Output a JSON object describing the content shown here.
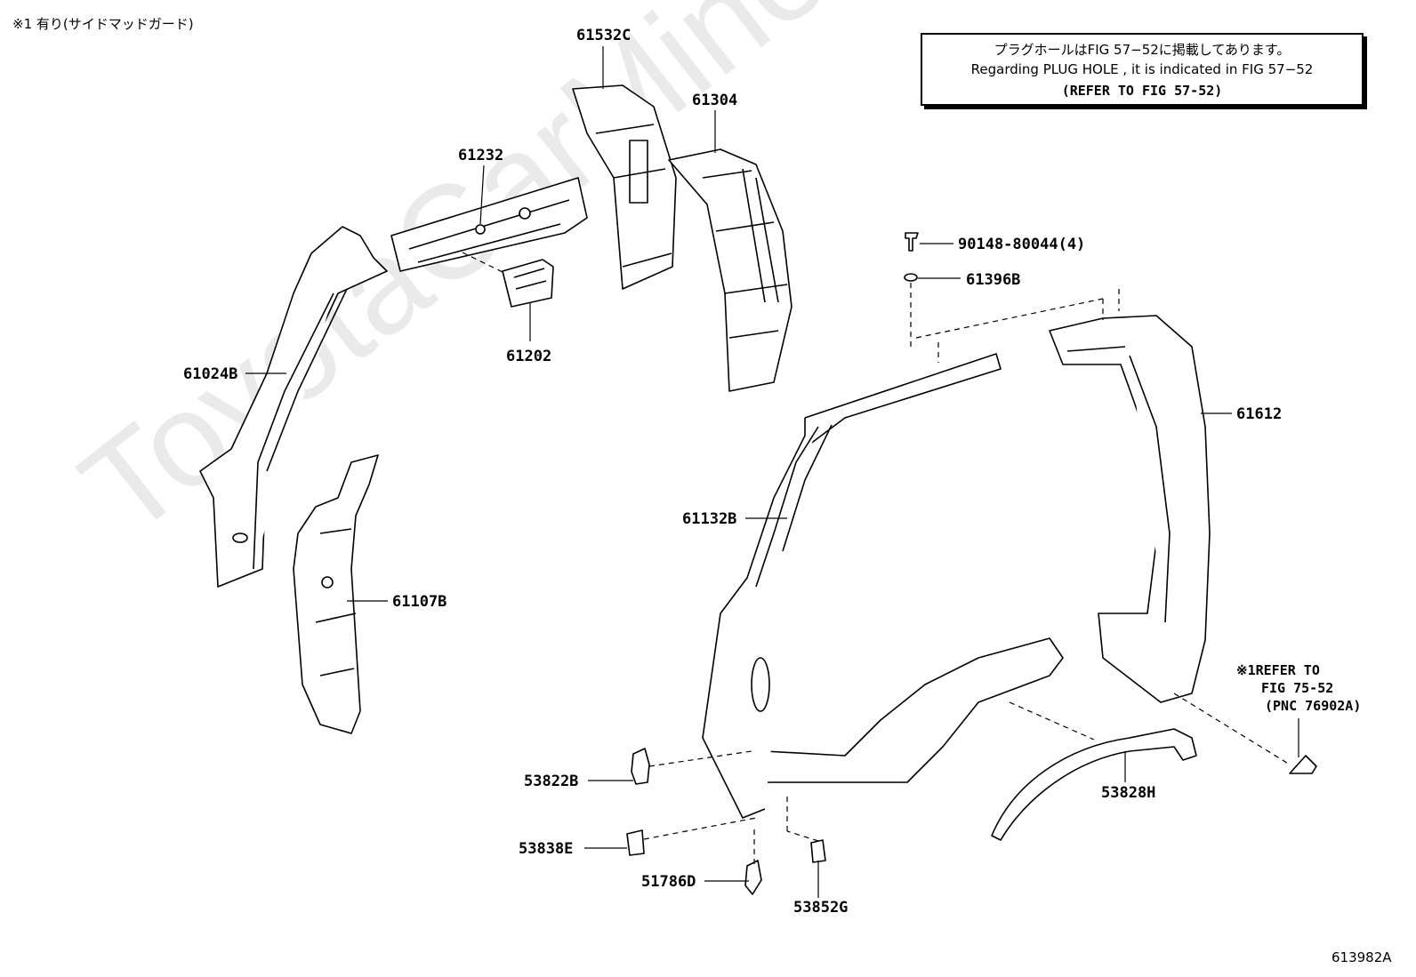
{
  "header_note": "※1 有り(サイドマッドガード)",
  "figure_id": "613982A",
  "watermark": "ToyotaCarMine.ru",
  "note_box": {
    "line1": "プラグホールはFIG 57−52に掲載してあります。",
    "line2": "Regarding PLUG HOLE , it is indicated in FIG 57−52",
    "line3": "(REFER TO FIG 57-52)"
  },
  "refer_note": {
    "line1": "※1REFER TO",
    "line2": "FIG 75-52",
    "line3": "(PNC 76902A)"
  },
  "parts": [
    {
      "id": "p61532c",
      "label": "61532C"
    },
    {
      "id": "p61304",
      "label": "61304"
    },
    {
      "id": "p61232",
      "label": "61232"
    },
    {
      "id": "p61202",
      "label": "61202"
    },
    {
      "id": "p61024b",
      "label": "61024B"
    },
    {
      "id": "p61107b",
      "label": "61107B"
    },
    {
      "id": "p90148",
      "label": "90148-80044(4)"
    },
    {
      "id": "p61396b",
      "label": "61396B"
    },
    {
      "id": "p61612",
      "label": "61612"
    },
    {
      "id": "p61132b",
      "label": "61132B"
    },
    {
      "id": "p53822b",
      "label": "53822B"
    },
    {
      "id": "p53838e",
      "label": "53838E"
    },
    {
      "id": "p51786d",
      "label": "51786D"
    },
    {
      "id": "p53852g",
      "label": "53852G"
    },
    {
      "id": "p53828h",
      "label": "53828H"
    }
  ]
}
